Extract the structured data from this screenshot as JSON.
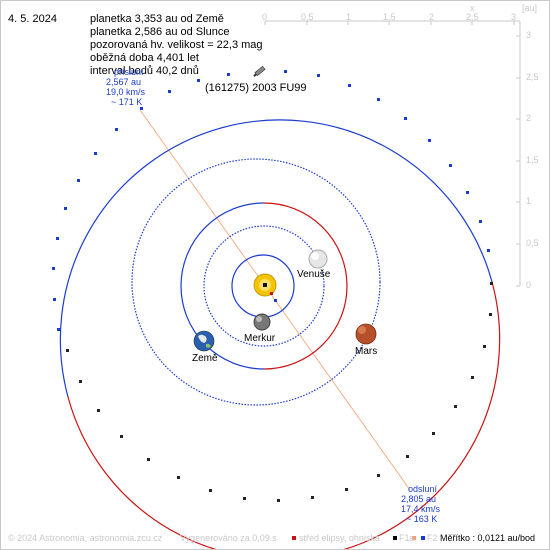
{
  "date": "4. 5. 2024",
  "info": [
    "planetka 3,353 au od Země",
    "planetka 2,586 au od Slunce",
    "pozorovaná hv. velikost = 22,3 mag",
    "oběžná doba 4,401 let",
    "interval bodů 40,2 dnů"
  ],
  "object_name": "(161275) 2003 FU99",
  "perihelion": {
    "title": "přísluní",
    "distance": "2,567 au",
    "speed": "19,0 km/s",
    "temp": "~ 171 K"
  },
  "aphelion": {
    "title": "odsluní",
    "distance": "2,805 au",
    "speed": "17,4 km/s",
    "temp": "~ 163 K"
  },
  "planets": {
    "venus": "Venuše",
    "earth": "Země",
    "mercury": "Merkur",
    "mars": "Mars"
  },
  "scale_x": {
    "axis_label": "x",
    "ticks": [
      "0",
      "0,5",
      "1",
      "1,5",
      "2",
      "2,5",
      "3"
    ]
  },
  "scale_y": {
    "unit_label": "[au]",
    "ticks": [
      "3",
      "2,5",
      "2",
      "1,5",
      "1",
      "0,5",
      "0"
    ]
  },
  "footer": {
    "copyright": "© 2024 Astronomia, astronomia.zcu.cz",
    "generated": "Vygenerováno za 0,09 s",
    "legend_center": "střed elipsy, ohniska",
    "legend_f1": "F1",
    "legend_a": "a",
    "legend_f2": "F2",
    "scale": "Měřítko : 0,0121 au/bod"
  },
  "colors": {
    "orbit_blue": "#1a3ccf",
    "orbit_red": "#cc1111",
    "apsis_line": "#f0a070",
    "scale_gray": "#c8c8c8",
    "sun": "#f5c400"
  }
}
